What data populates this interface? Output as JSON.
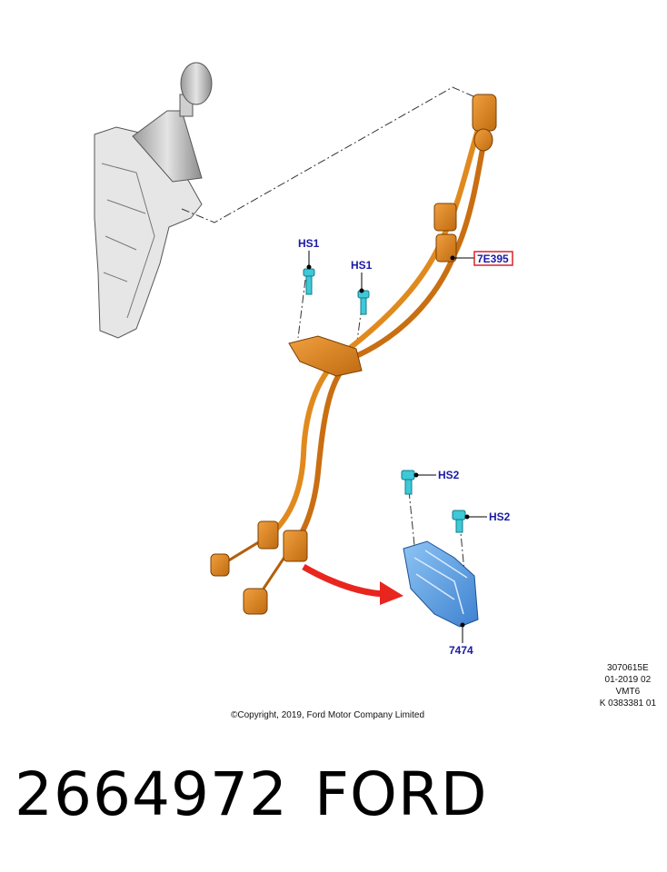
{
  "callouts": {
    "hs1_left": "HS1",
    "hs1_right": "HS1",
    "cable": "7E395",
    "hs2_top": "HS2",
    "hs2_bottom": "HS2",
    "bracket": "7474"
  },
  "meta": {
    "line1": "3070615E",
    "line2": "01-2019 02",
    "line3": "VMT6",
    "line4": "K 0383381 01"
  },
  "copyright": "©Copyright, 2019, Ford Motor Company Limited",
  "part_number": "2664972",
  "brand": "FORD",
  "colors": {
    "cable": "#e08a1e",
    "bracket": "#5aa0e6",
    "bolt": "#3ec8d8",
    "arrow": "#e8261f",
    "callout_text": "#1a1aa6",
    "highlight_box": "#d8232a"
  }
}
